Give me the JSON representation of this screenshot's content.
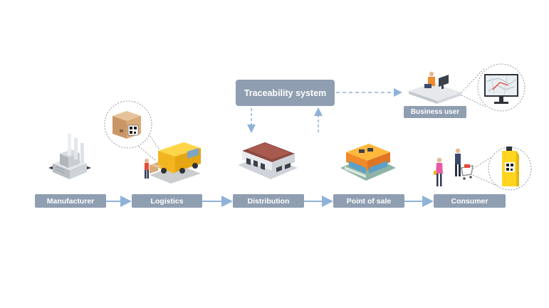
{
  "diagram": {
    "traceability_system": "Traceability system",
    "business_user": "Business user",
    "stages": {
      "manufacturer": "Manufacturer",
      "logistics": "Logistics",
      "distribution": "Distribution",
      "point_of_sale": "Point of sale",
      "consumer": "Consumer"
    }
  },
  "colors": {
    "box_fill": "#8f9eb1",
    "box_text": "#ffffff",
    "arrow": "#8fb2d8",
    "dashed_arrow": "#8fb2d8",
    "callout_ring": "#9a9a9a"
  }
}
